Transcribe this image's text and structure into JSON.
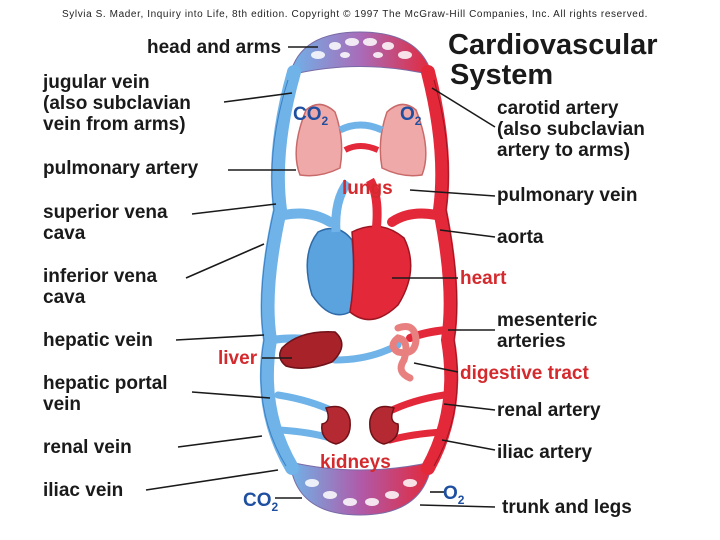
{
  "copyright": "Sylvia S. Mader, Inquiry into Life, 8th edition. Copyright © 1997 The McGraw-Hill Companies, Inc. All rights reserved.",
  "title": {
    "line1": "Cardiovascular",
    "line2": "System"
  },
  "left_labels": {
    "head_and_arms": "head and arms",
    "jugular_vein": [
      "jugular vein",
      "(also subclavian",
      "vein from arms)"
    ],
    "pulmonary_artery": "pulmonary artery",
    "superior_vena_cava": [
      "superior vena",
      "cava"
    ],
    "inferior_vena_cava": [
      "inferior vena",
      "cava"
    ],
    "hepatic_vein": "hepatic vein",
    "hepatic_portal_vein": [
      "hepatic portal",
      "vein"
    ],
    "renal_vein": "renal vein",
    "iliac_vein": "iliac vein"
  },
  "right_labels": {
    "carotid_artery": [
      "carotid artery",
      "(also subclavian",
      "artery to arms)"
    ],
    "pulmonary_vein": "pulmonary vein",
    "aorta": "aorta",
    "mesenteric_arteries": [
      "mesenteric",
      "arteries"
    ],
    "renal_artery": "renal artery",
    "iliac_artery": "iliac artery",
    "trunk_and_legs": "trunk and legs"
  },
  "organ_labels": {
    "lungs": "lungs",
    "heart": "heart",
    "liver": "liver",
    "digestive_tract": "digestive tract",
    "kidneys": "kidneys"
  },
  "gases": {
    "co2_top": {
      "base": "CO",
      "sub": "2"
    },
    "o2_top": {
      "base": "O",
      "sub": "2"
    },
    "co2_bottom": {
      "base": "CO",
      "sub": "2"
    },
    "o2_bottom": {
      "base": "O",
      "sub": "2"
    }
  },
  "colors": {
    "artery": "#e3283a",
    "vein": "#6fb3e8",
    "label_red": "#d42a2e",
    "label_blue": "#1f4fa0",
    "text": "#1a1a1a"
  }
}
